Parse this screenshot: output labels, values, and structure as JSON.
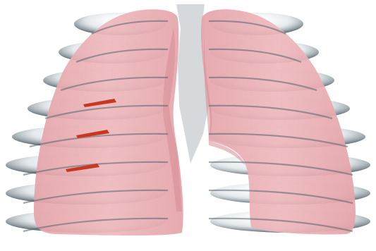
{
  "image": {
    "subject": "lungs-and-rib-cage-illustration",
    "colors": {
      "background": "#ffffff",
      "lung_fill": "#e6a9ae",
      "lung_shade": "#d9939a",
      "lung_edge": "#c98188",
      "trachea_fill": "#d6d9dc",
      "rib_dark": "#56656d",
      "rib_light": "#dfe6e9",
      "incision_marks": "#c8381f"
    },
    "incision_mark_count": 3,
    "rib_count_per_side": 8
  }
}
